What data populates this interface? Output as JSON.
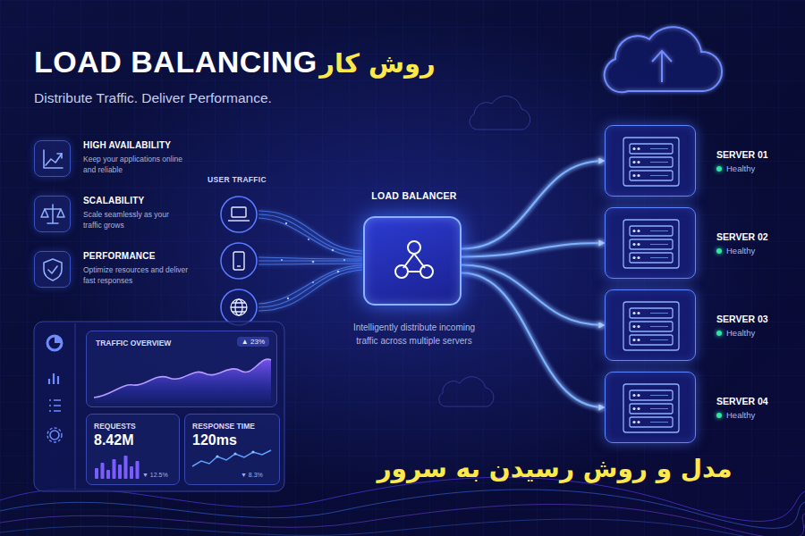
{
  "diagram": {
    "title": "LOAD BALANCING",
    "nodes": [
      {
        "text": [
          "HIGH AVAILABILITY",
          "Keep your applications online and reliable"
        ]
      },
      {
        "text": [
          "SCALABILITY",
          "Scale seamlessly as your traffic grows"
        ]
      },
      {
        "text": [
          "PERFORMANCE",
          "Optimize resources and deliver fast responses"
        ]
      },
      {
        "text": [
          "LOAD BALANCER",
          "Intelligently distribute incoming traffic across multiple servers"
        ]
      },
      {
        "text": [
          "SERVER 01",
          "Healthy"
        ]
      },
      {
        "text": [
          "SERVER 02",
          "Healthy"
        ]
      },
      {
        "text": [
          "SERVER 03",
          "Healthy"
        ]
      },
      {
        "text": [
          "SERVER 04",
          "Healthy"
        ]
      },
      {
        "text": [
          "TRAFFIC OVERVIEW",
          "▲ 23%"
        ]
      },
      {
        "text": [
          "REQUESTS",
          "8.42M",
          "▼ 12.5%"
        ]
      },
      {
        "text": [
          "RESPONSE TIME",
          "120ms",
          "▼ 8.3%"
        ]
      }
    ],
    "edges": [
      {
        "from": 3,
        "to": 4,
        "arrow": "to"
      },
      {
        "from": 3,
        "to": 5,
        "arrow": "to"
      },
      {
        "from": 3,
        "to": 6,
        "arrow": "to"
      },
      {
        "from": 3,
        "to": 7,
        "arrow": "to"
      }
    ],
    "labels": [
      "روش کار",
      "Distribute Traffic. Deliver Performance.",
      "USER TRAFFIC",
      "مدل و روش رسیدن به سرور"
    ]
  }
}
